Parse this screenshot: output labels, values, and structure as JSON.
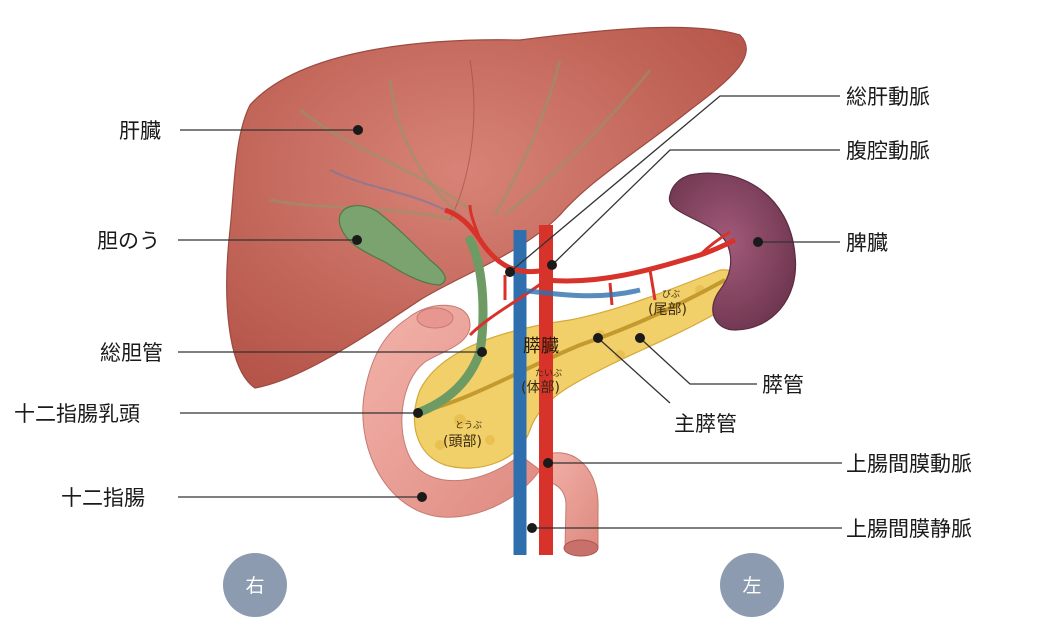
{
  "labels": {
    "liver": "肝臓",
    "gallbladder": "胆のう",
    "common_bile_duct": "総胆管",
    "papilla": "十二指腸乳頭",
    "duodenum": "十二指腸",
    "common_hepatic_artery": "総肝動脈",
    "celiac_artery": "腹腔動脈",
    "spleen": "脾臓",
    "pancreatic_duct": "膵管",
    "main_pancreatic_duct": "主膵管",
    "sma": "上腸間膜動脈",
    "smv": "上腸間膜静脈"
  },
  "pancreas": {
    "name": "膵臓",
    "tail": "(尾部)",
    "tail_reading": "びぶ",
    "body": "(体部)",
    "body_reading": "たいぶ",
    "head": "(頭部)",
    "head_reading": "とうぶ"
  },
  "orientation": {
    "right": "右",
    "left": "左"
  },
  "colors": {
    "liver": "#c96a5e",
    "gallbladder": "#7aa36f",
    "pancreas": "#f1d06a",
    "spleen": "#8a4a66",
    "duodenum": "#eea39a",
    "artery": "#d7332b",
    "vein": "#2f6fae",
    "badge": "#8c9bb0"
  }
}
